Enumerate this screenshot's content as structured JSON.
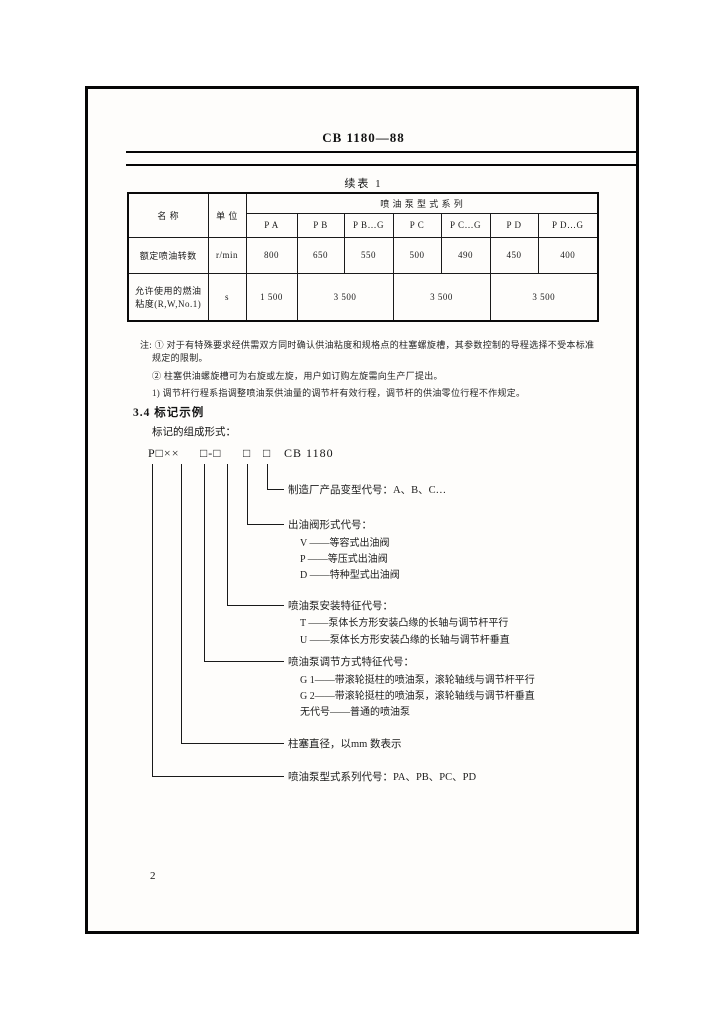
{
  "doc": {
    "number": "CB 1180—88",
    "page_number": "2"
  },
  "table": {
    "title": "续表 1",
    "name_header": "名    称",
    "unit_header": "单 位",
    "series_header": "喷 油 泵 型 式 系 列",
    "columns": [
      "P A",
      "P B",
      "P B…G",
      "P C",
      "P C…G",
      "P D",
      "P D…G"
    ],
    "row1": {
      "name": "额定喷油转数",
      "unit": "r/min",
      "values": [
        "800",
        "650",
        "550",
        "500",
        "490",
        "450",
        "400"
      ]
    },
    "row2": {
      "name": "允许使用的燃油粘度(R,W,No.1)",
      "unit": "s",
      "values": [
        "1 500",
        "3 500",
        "3 500",
        "3 500"
      ]
    }
  },
  "notes": {
    "line1": "注: ① 对于有特殊要求经供需双方同时确认供油粘度和规格点的柱塞螺旋槽，其参数控制的导程选择不受本标准",
    "line2": "规定的限制。",
    "line3": "② 柱塞供油螺旋槽可为右旋或左旋，用户如订购左旋需向生产厂提出。",
    "line4": "1) 调节杆行程系指调整喷油泵供油量的调节杆有效行程，调节杆的供油零位行程不作规定。"
  },
  "section": {
    "heading": "3.4  标记示例",
    "subtitle": "标记的组成形式："
  },
  "code": {
    "seg1": "P□××",
    "seg2": "□-□",
    "seg3": "□",
    "seg4": "□",
    "seg5": "CB 1180"
  },
  "branches": {
    "variant": {
      "title": "制造厂产品变型代号：A、B、C…"
    },
    "valve": {
      "title": "出油阀形式代号：",
      "item1": "V ——等容式出油阀",
      "item2": "P ——等压式出油阀",
      "item3": "D ——特种型式出油阀"
    },
    "mount": {
      "title": "喷油泵安装特征代号：",
      "item1": "T ——泵体长方形安装凸缘的长轴与调节杆平行",
      "item2": "U ——泵体长方形安装凸缘的长轴与调节杆垂直"
    },
    "adjust": {
      "title": "喷油泵调节方式特征代号：",
      "item1": "G 1——带滚轮挺柱的喷油泵，滚轮轴线与调节杆平行",
      "item2": "G 2——带滚轮挺柱的喷油泵，滚轮轴线与调节杆垂直",
      "item3": "无代号——普通的喷油泵"
    },
    "plunger": {
      "title": "柱塞直径，以mm 数表示"
    },
    "series": {
      "title": "喷油泵型式系列代号：PA、PB、PC、PD"
    }
  }
}
